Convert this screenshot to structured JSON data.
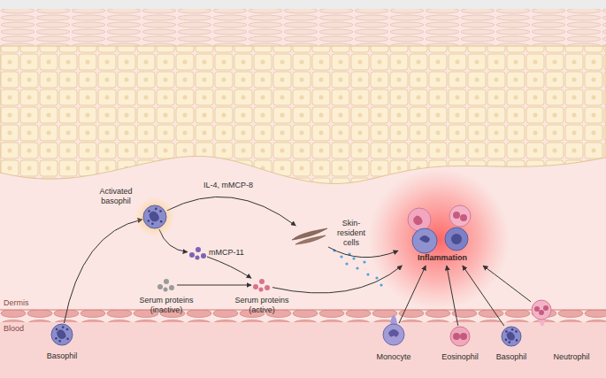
{
  "diagram": {
    "nodes": [
      {
        "text": [
          "Activated basophil"
        ]
      },
      {
        "text": [
          "Skin-resident cells"
        ]
      },
      {
        "text": [
          "mMCP-11"
        ]
      },
      {
        "text": [
          "Serum proteins (inactive)"
        ]
      },
      {
        "text": [
          "Serum proteins (active)"
        ]
      },
      {
        "text": [
          "Inflammation"
        ]
      },
      {
        "text": [
          "Basophil"
        ]
      },
      {
        "text": [
          "Monocyte"
        ]
      },
      {
        "text": [
          "Eosinophil"
        ]
      },
      {
        "text": [
          "Basophil"
        ]
      },
      {
        "text": [
          "Neutrophil"
        ]
      }
    ],
    "edges": [
      {
        "from": 6,
        "to": 0,
        "arrow": "to"
      },
      {
        "from": 0,
        "to": 1,
        "label": "IL-4, mMCP-8",
        "arrow": "to"
      },
      {
        "from": 0,
        "to": 2,
        "arrow": "to"
      },
      {
        "from": 2,
        "to": 4,
        "arrow": "to"
      },
      {
        "from": 3,
        "to": 4,
        "arrow": "to"
      },
      {
        "from": 4,
        "to": 5,
        "arrow": "to"
      },
      {
        "from": 1,
        "to": 5,
        "arrow": "to"
      },
      {
        "from": 7,
        "to": 5,
        "arrow": "to"
      },
      {
        "from": 8,
        "to": 5,
        "arrow": "to"
      },
      {
        "from": 9,
        "to": 5,
        "arrow": "to"
      },
      {
        "from": 10,
        "to": 5,
        "arrow": "to"
      }
    ],
    "labels": [
      "Dermis",
      "Blood"
    ]
  }
}
